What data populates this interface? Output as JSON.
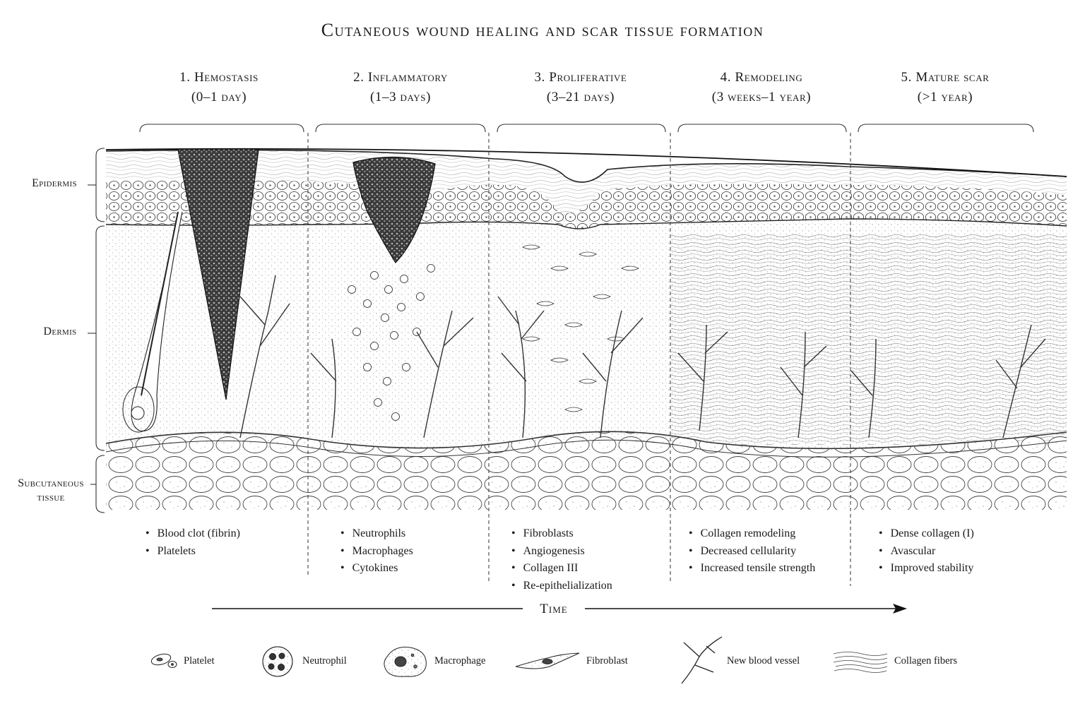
{
  "title": "Cutaneous wound healing and scar tissue formation",
  "stages": [
    {
      "number": "1.",
      "name": "Hemostasis",
      "duration": "(0–1 day)",
      "bullets": [
        "Blood clot (fibrin)",
        "Platelets"
      ]
    },
    {
      "number": "2.",
      "name": "Inflammatory",
      "duration": "(1–3 days)",
      "bullets": [
        "Neutrophils",
        "Macrophages",
        "Cytokines"
      ]
    },
    {
      "number": "3.",
      "name": "Proliferative",
      "duration": "(3–21 days)",
      "bullets": [
        "Fibroblasts",
        "Angiogenesis",
        "Collagen III",
        "Re-epithelialization"
      ]
    },
    {
      "number": "4.",
      "name": "Remodeling",
      "duration": "(3 weeks–1 year)",
      "bullets": [
        "Collagen remodeling",
        "Decreased cellularity",
        "Increased tensile strength"
      ]
    },
    {
      "number": "5.",
      "name": "Mature scar",
      "duration": "(>1 year)",
      "bullets": [
        "Dense collagen (I)",
        "Avascular",
        "Improved stability"
      ]
    }
  ],
  "layers": {
    "epidermis": "Epidermis",
    "dermis": "Dermis",
    "subcutaneous_line1": "Subcutaneous",
    "subcutaneous_line2": "tissue"
  },
  "time_label": "Time",
  "legend": [
    {
      "icon": "platelet-icon",
      "label": "Platelet"
    },
    {
      "icon": "neutrophil-icon",
      "label": "Neutrophil"
    },
    {
      "icon": "macrophage-icon",
      "label": "Macrophage"
    },
    {
      "icon": "fibroblast-icon",
      "label": "Fibroblast"
    },
    {
      "icon": "blood-vessel-icon",
      "label": "New blood vessel"
    },
    {
      "icon": "collagen-fibers-icon",
      "label": "Collagen fibers"
    }
  ]
}
